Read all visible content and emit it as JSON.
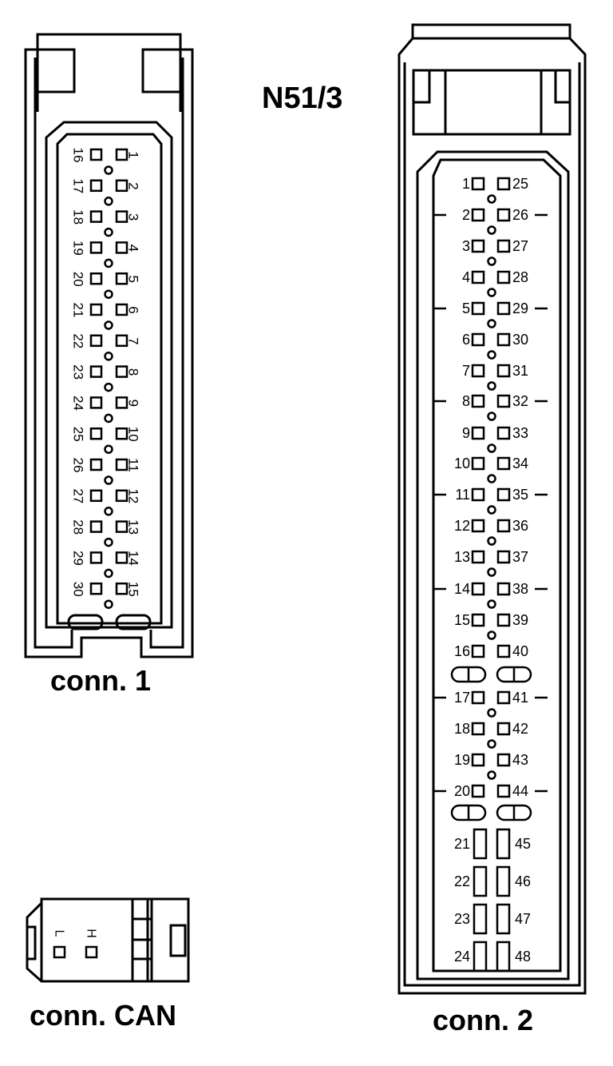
{
  "title": "N51/3",
  "connector_1": {
    "label": "conn. 1",
    "left_pins": [
      "16",
      "17",
      "18",
      "19",
      "20",
      "21",
      "22",
      "23",
      "24",
      "25",
      "26",
      "27",
      "28",
      "29",
      "30"
    ],
    "right_pins": [
      "1",
      "2",
      "3",
      "4",
      "5",
      "6",
      "7",
      "8",
      "9",
      "10",
      "11",
      "12",
      "13",
      "14",
      "15"
    ]
  },
  "connector_2": {
    "label": "conn. 2",
    "left_pins": [
      "1",
      "2",
      "3",
      "4",
      "5",
      "6",
      "7",
      "8",
      "9",
      "10",
      "11",
      "12",
      "13",
      "14",
      "15",
      "16",
      "17",
      "18",
      "19",
      "20"
    ],
    "right_pins": [
      "25",
      "26",
      "27",
      "28",
      "29",
      "30",
      "31",
      "32",
      "33",
      "34",
      "35",
      "36",
      "37",
      "38",
      "39",
      "40",
      "41",
      "42",
      "43",
      "44"
    ],
    "large_left_pins": [
      "21",
      "22",
      "23",
      "24"
    ],
    "large_right_pins": [
      "45",
      "46",
      "47",
      "48"
    ]
  },
  "connector_can": {
    "label": "conn. CAN",
    "pins": [
      "L",
      "H"
    ]
  }
}
